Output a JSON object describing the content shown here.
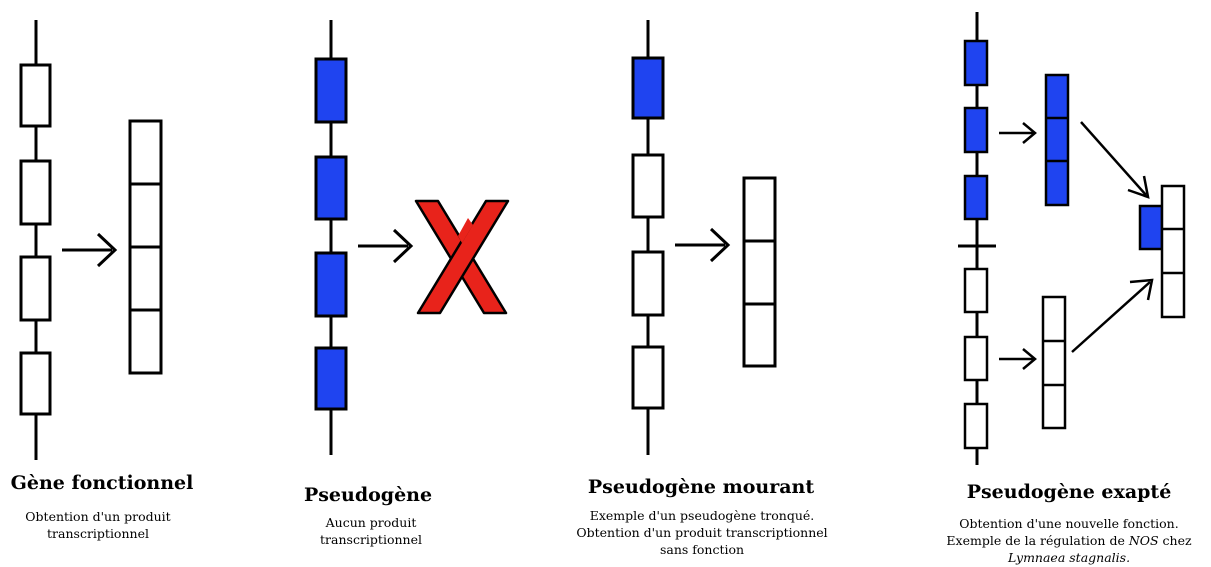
{
  "colors": {
    "blue_exon": "#1f44f0",
    "white_exon": "#ffffff",
    "stroke": "#000000",
    "cross": "#e8231b"
  },
  "panels": [
    {
      "title": "Gène fonctionnel",
      "desc": [
        "Obtention d'un produit",
        "transcriptionnel"
      ]
    },
    {
      "title": "Pseudogène",
      "desc": [
        "Aucun produit",
        "transcriptionnel"
      ]
    },
    {
      "title": "Pseudogène mourant",
      "desc": [
        "Exemple d'un pseudogène tronqué.",
        "Obtention d'un produit transcriptionnel",
        "sans fonction"
      ]
    },
    {
      "title": "Pseudogène exapté",
      "desc_line1": "Obtention d'une nouvelle fonction.",
      "desc_line2_pre": "Exemple de la régulation de ",
      "desc_line2_italic": "NOS",
      "desc_line2_post": " chez",
      "desc_line3_italic": "Lymnaea stagnalis."
    }
  ]
}
